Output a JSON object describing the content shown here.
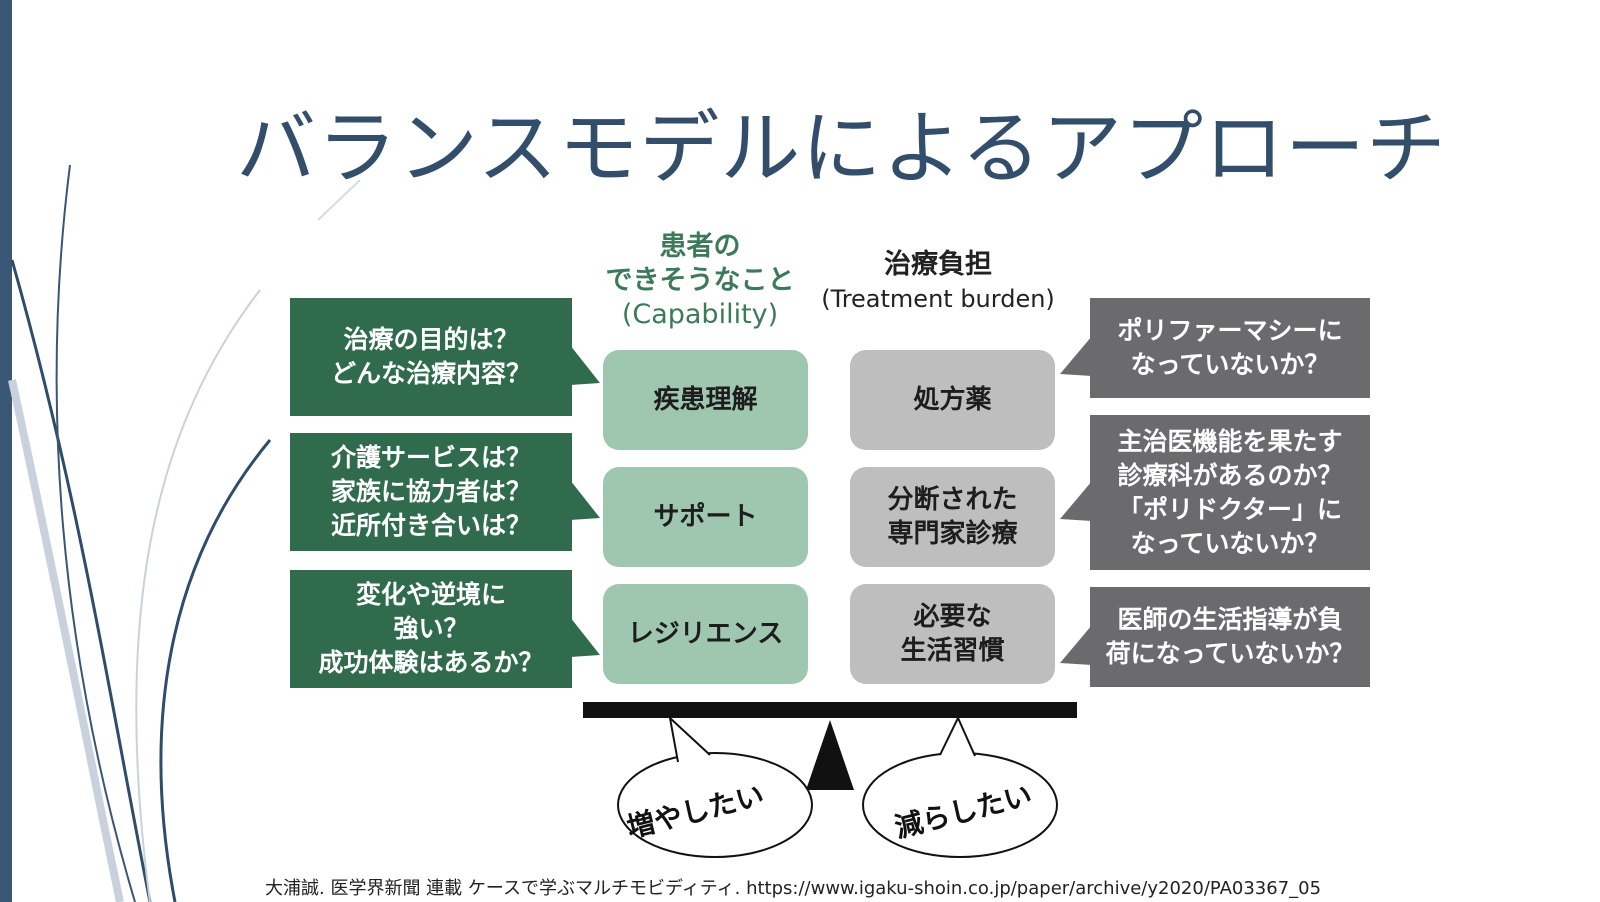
{
  "slide": {
    "title": "バランスモデルによるアプローチ",
    "citation": "大浦誠. 医学界新聞 連載 ケースで学ぶマルチモビディティ. https://www.igaku-shoin.co.jp/paper/archive/y2020/PA03367_05"
  },
  "capability": {
    "heading_line1": "患者の",
    "heading_line2": "できそうなこと",
    "heading_en": "(Capability)",
    "items": [
      "疾患理解",
      "サポート",
      "レジリエンス"
    ],
    "questions": [
      "治療の目的は？\nどんな治療内容？",
      "介護サービスは？\n家族に協力者は？\n近所付き合いは？",
      "変化や逆境に\n強い？\n成功体験はあるか？"
    ]
  },
  "burden": {
    "heading_line1": "治療負担",
    "heading_en": "(Treatment burden)",
    "items": [
      "処方薬",
      "分断された\n専門家診療",
      "必要な\n生活習慣"
    ],
    "questions": [
      "ポリファーマシーに\nなっていないか？",
      "主治医機能を果たす\n診療科があるのか？\n「ポリドクター」に\nなっていないか？",
      "医師の生活指導が負\n荷になっていないか？"
    ]
  },
  "scale": {
    "increase_label": "増やしたい",
    "decrease_label": "減らしたい"
  },
  "colors": {
    "accent_navy": "#3a5675",
    "capability_dark": "#2f6b4c",
    "capability_light": "#9fc7b0",
    "burden_dark": "#6b6b6e",
    "burden_light": "#bebebe"
  }
}
